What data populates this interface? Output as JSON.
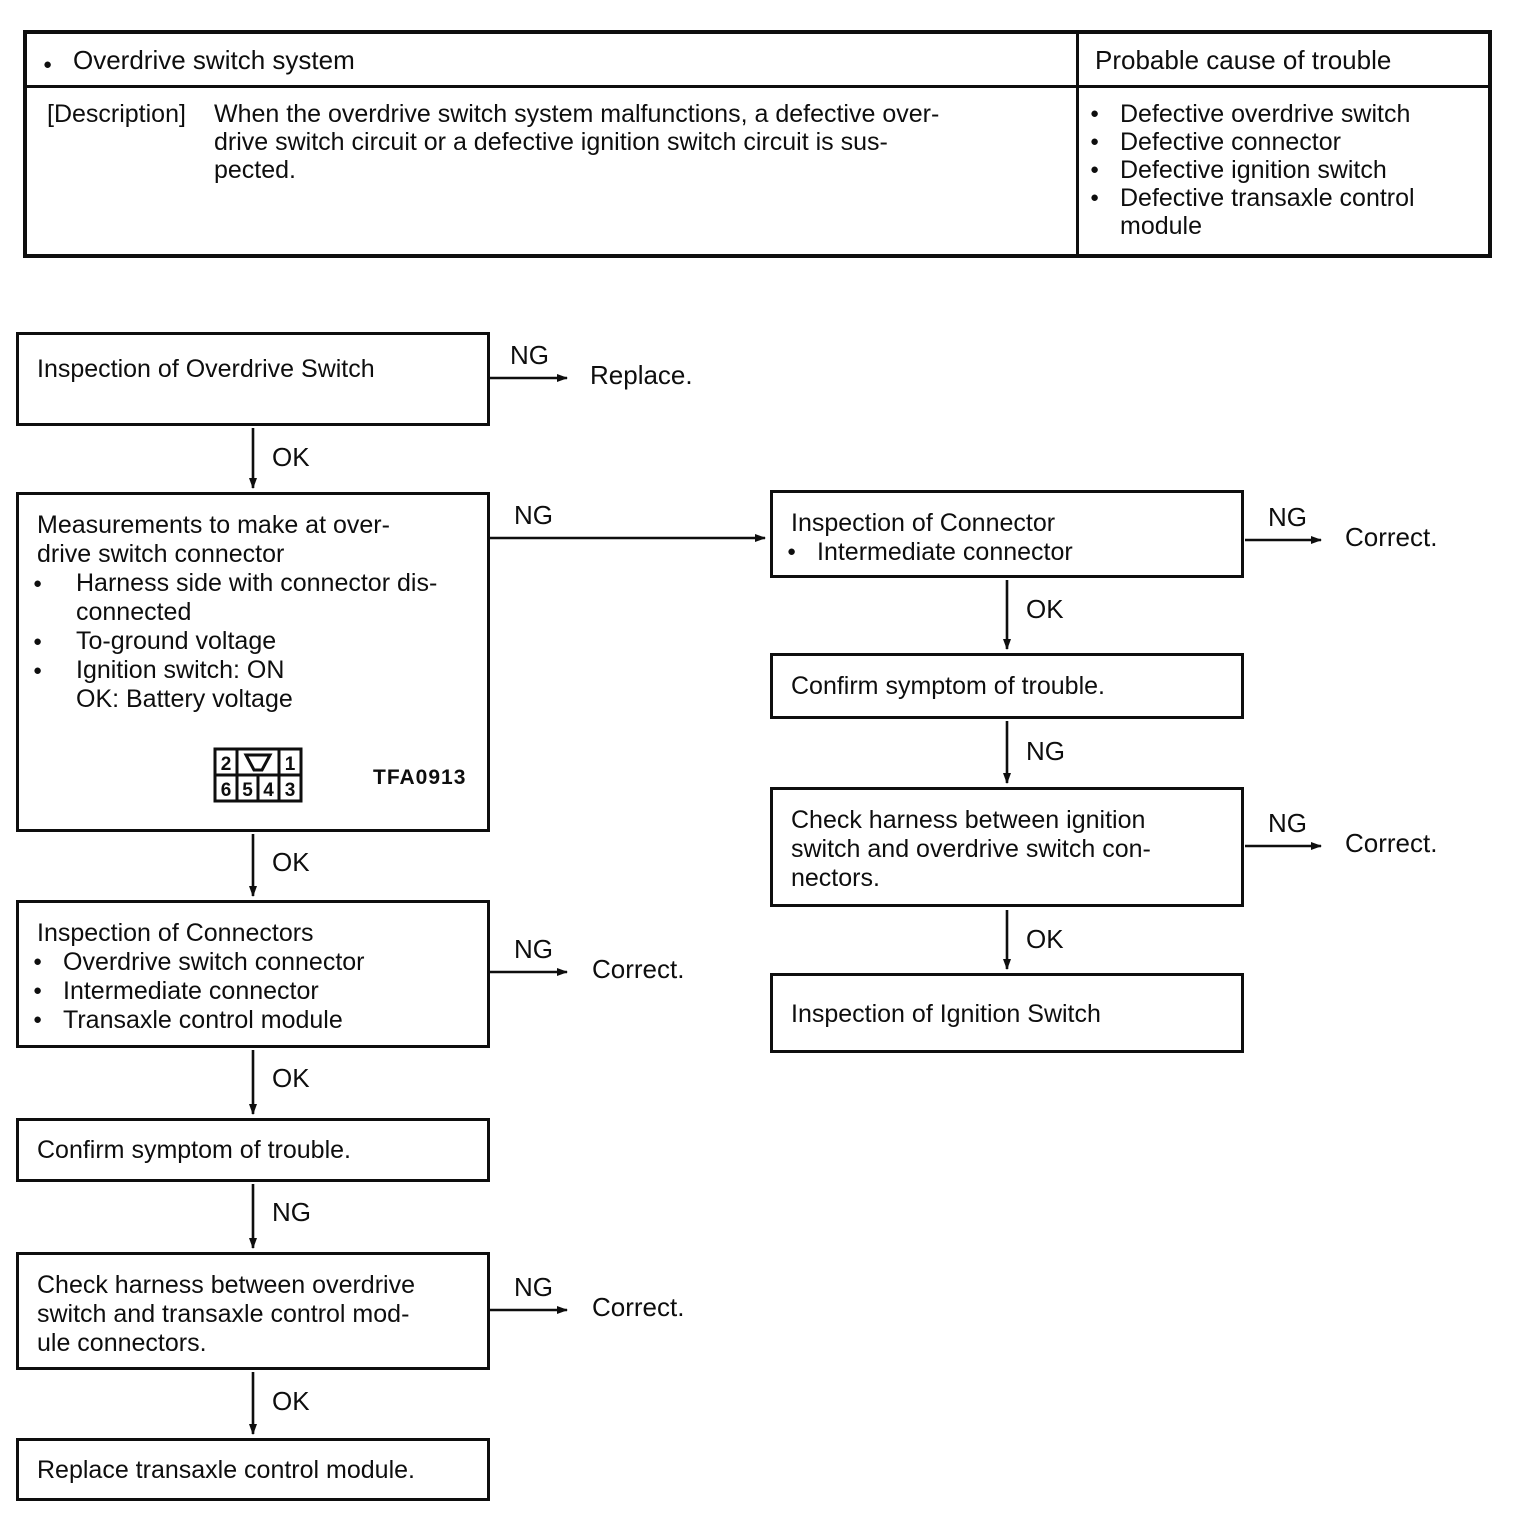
{
  "glyphs": {
    "bullet": "●"
  },
  "header_table": {
    "system": "Overdrive switch system",
    "cause_header": "Probable cause of trouble",
    "description_label": "[Description]",
    "description": "When the overdrive switch system malfunctions, a defective over-\ndrive switch circuit or a defective ignition switch circuit is sus-\npected.",
    "causes": [
      "Defective overdrive switch",
      "Defective connector",
      "Defective ignition switch",
      "Defective transaxle control\nmodule"
    ]
  },
  "labels": {
    "ng": "NG",
    "ok": "OK",
    "correct": "Correct.",
    "replace": "Replace."
  },
  "flow": {
    "left": {
      "box1": "Inspection of Overdrive Switch",
      "box2_title": "Measurements to make at over-\ndrive switch connector",
      "box2_bullets": [
        "Harness side with connector dis-\nconnected",
        "To-ground voltage",
        "Ignition switch: ON\nOK: Battery voltage"
      ],
      "connector_pins_top": [
        "2",
        "1"
      ],
      "connector_pins_bottom": [
        "6",
        "5",
        "4",
        "3"
      ],
      "figure_code": "TFA0913",
      "box3_title": "Inspection of Connectors",
      "box3_bullets": [
        "Overdrive switch connector",
        "Intermediate connector",
        "Transaxle control module"
      ],
      "box4": "Confirm symptom of trouble.",
      "box5": "Check harness between overdrive\nswitch and transaxle control mod-\nule connectors.",
      "box6": "Replace transaxle control module."
    },
    "right": {
      "box1_title": "Inspection of Connector",
      "box1_bullets": [
        "Intermediate connector"
      ],
      "box2": "Confirm symptom of trouble.",
      "box3": "Check harness between ignition\nswitch and overdrive switch con-\nnectors.",
      "box4": "Inspection of Ignition Switch"
    }
  }
}
